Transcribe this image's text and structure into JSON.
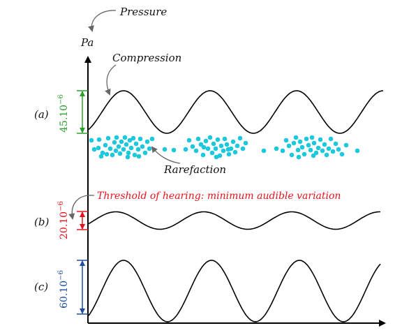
{
  "labels": {
    "pressure": "Pressure",
    "unit": "Pa",
    "compression": "Compression",
    "rarefaction": "Rarefaction",
    "threshold": "Threshold of hearing: minimum audible variation"
  },
  "waves": [
    {
      "row_label": "(a)",
      "amplitude_base": "45.10",
      "amplitude_exp": "−6",
      "color": "#2e9e2e"
    },
    {
      "row_label": "(b)",
      "amplitude_base": "20.10",
      "amplitude_exp": "−6",
      "color": "#e8121d"
    },
    {
      "row_label": "(c)",
      "amplitude_base": "60.10",
      "amplitude_exp": "−6",
      "color": "#1f4e9c"
    }
  ],
  "colors": {
    "threshold_text": "#e8121d",
    "particles": "#1ec8dc",
    "annotation_arrows": "#666666",
    "axes": "#000000"
  },
  "particle_clusters": 3
}
